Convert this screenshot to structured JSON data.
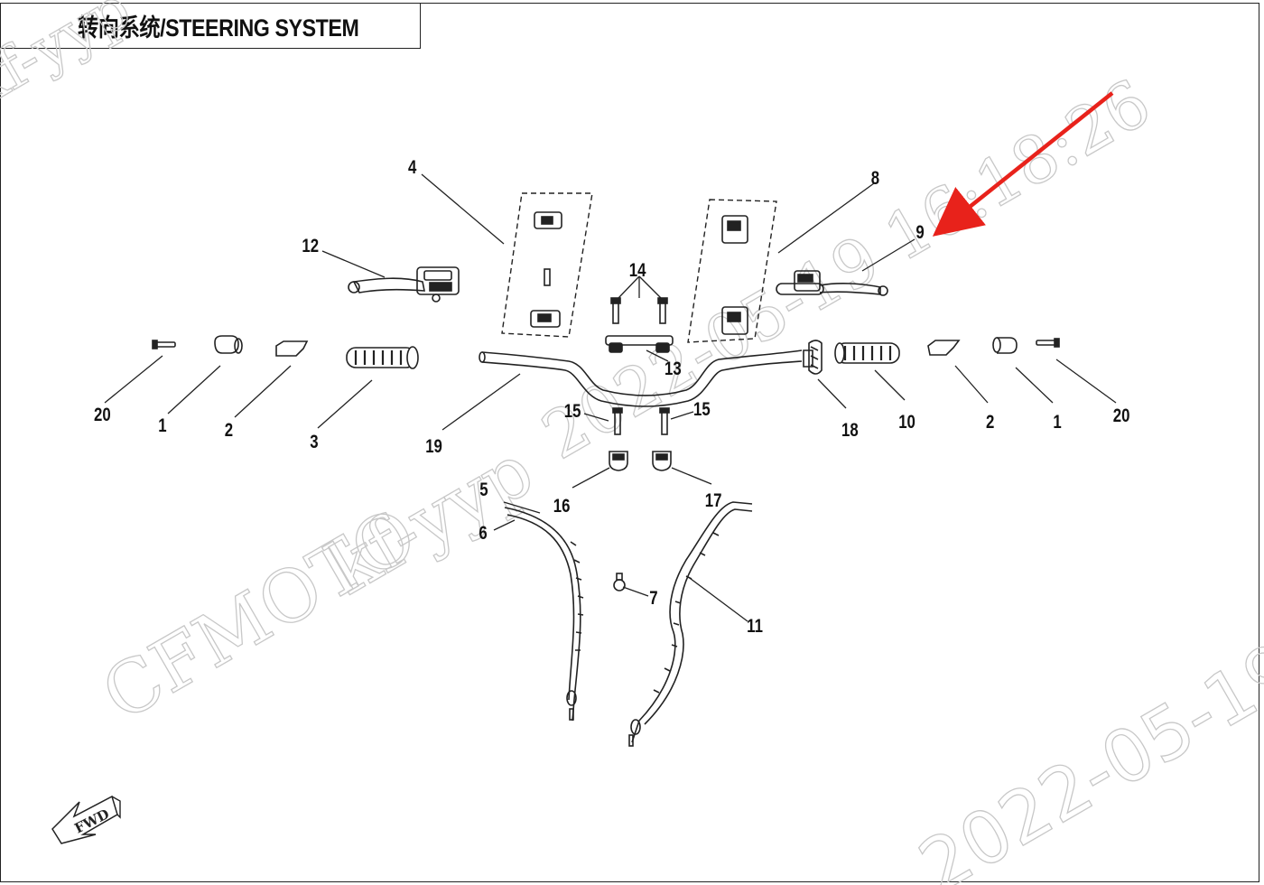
{
  "diagram": {
    "title": "转向系统/STEERING SYSTEM",
    "direction_label": "FWD",
    "callouts": [
      "1",
      "1",
      "2",
      "2",
      "3",
      "4",
      "5",
      "6",
      "7",
      "8",
      "9",
      "10",
      "11",
      "12",
      "13",
      "14",
      "15",
      "15",
      "16",
      "17",
      "18",
      "19",
      "20",
      "20"
    ],
    "watermarks": {
      "brand": "CFMOTO",
      "user": "kf-yyp",
      "timestamp": "2022-05-19 16:18:26",
      "date": "2022-05-19"
    },
    "colors": {
      "line": "#222222",
      "watermark": "#c8c8c8",
      "annotation_arrow": "#e8221b"
    }
  }
}
